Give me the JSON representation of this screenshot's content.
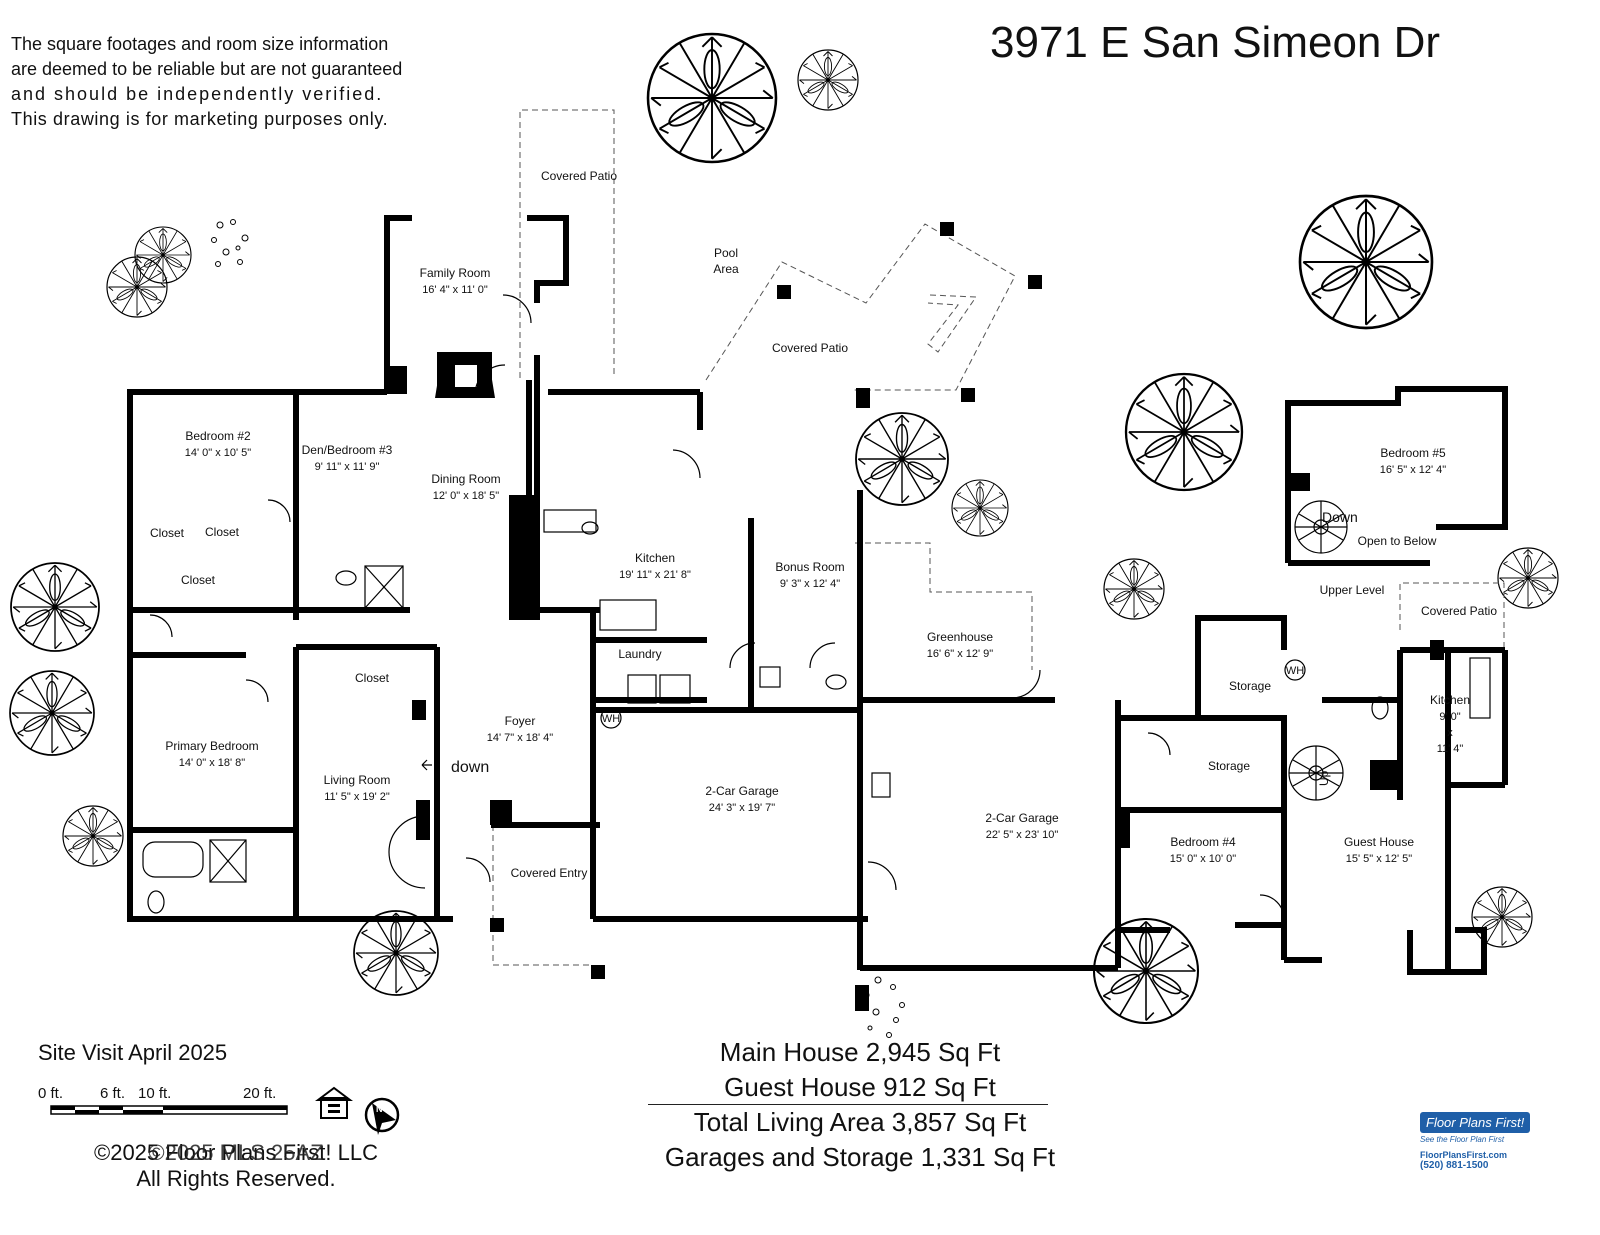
{
  "address": "3971 E San Simeon Dr",
  "disclaimer": [
    "The square footages and room size information",
    "are deemed to be reliable but are not guaranteed",
    "and should be independently verified.",
    "This drawing is for marketing purposes only."
  ],
  "rooms": {
    "family_room": {
      "name": "Family Room",
      "dims": "16' 4\" x 11' 0\""
    },
    "covered_patio_top": {
      "name": "Covered Patio"
    },
    "pool_area": {
      "name": "Pool",
      "name2": "Area"
    },
    "covered_patio_mid": {
      "name": "Covered Patio"
    },
    "bedroom2": {
      "name": "Bedroom #2",
      "dims": "14' 0\" x 10' 5\""
    },
    "den_bedroom3": {
      "name": "Den/Bedroom #3",
      "dims": "9' 11\" x 11' 9\""
    },
    "dining_room": {
      "name": "Dining Room",
      "dims": "12' 0\" x 18' 5\""
    },
    "kitchen": {
      "name": "Kitchen",
      "dims": "19' 11\" x 21' 8\""
    },
    "bonus_room": {
      "name": "Bonus Room",
      "dims": "9' 3\" x 12' 4\""
    },
    "closet_a": {
      "name": "Closet"
    },
    "closet_b": {
      "name": "Closet"
    },
    "closet_c": {
      "name": "Closet"
    },
    "closet_d": {
      "name": "Closet"
    },
    "laundry": {
      "name": "Laundry"
    },
    "greenhouse": {
      "name": "Greenhouse",
      "dims": "16' 6\" x 12' 9\""
    },
    "primary_bedroom": {
      "name": "Primary Bedroom",
      "dims": "14' 0\" x 18' 8\""
    },
    "foyer": {
      "name": "Foyer",
      "dims": "14' 7\" x 18' 4\""
    },
    "living_room": {
      "name": "Living Room",
      "dims": "11' 5\" x 19' 2\""
    },
    "garage1": {
      "name": "2-Car Garage",
      "dims": "24' 3\" x 19' 7\""
    },
    "garage2": {
      "name": "2-Car Garage",
      "dims": "22' 5\" x 23' 10\""
    },
    "covered_entry": {
      "name": "Covered Entry"
    },
    "bedroom5": {
      "name": "Bedroom #5",
      "dims": "16' 5\" x 12' 4\""
    },
    "storage_a": {
      "name": "Storage"
    },
    "storage_b": {
      "name": "Storage"
    },
    "guest_kitchen": {
      "name": "Kitchen",
      "dims1": "9' 0\"",
      "dims_x": "x",
      "dims2": "11' 4\""
    },
    "covered_patio_guest": {
      "name": "Covered Patio"
    },
    "bedroom4": {
      "name": "Bedroom #4",
      "dims": "15' 0\" x 10' 0\""
    },
    "guest_house": {
      "name": "Guest House",
      "dims": "15' 5\" x 12' 5\""
    }
  },
  "labels": {
    "down_main": "down",
    "down_upper": "Down",
    "open_to_below": "Open to Below",
    "upper_level": "Upper Level",
    "up": "Up",
    "wh": "WH"
  },
  "summary": {
    "main_house": "Main House 2,945 Sq Ft",
    "guest_house": "Guest House 912 Sq Ft",
    "total": "Total Living Area 3,857 Sq Ft",
    "garages": "Garages and Storage 1,331 Sq Ft"
  },
  "site_visit": "Site Visit April 2025",
  "scale": {
    "l0": "0 ft.",
    "l6": "6 ft.",
    "l10": "10 ft.",
    "l20": "20 ft."
  },
  "copyright": {
    "line1": "©2025 Floor Plans First! LLC",
    "overlay": "©2025 MLS 25AZ",
    "line2": "All Rights Reserved."
  },
  "logo": {
    "brand": "Floor Plans First!",
    "tagline": "See the Floor Plan First",
    "url": "FloorPlansFirst.com",
    "phone": "(520) 881-1500"
  },
  "colors": {
    "wall": "#000000",
    "ink": "#111111",
    "logo_blue": "#1f5fa8"
  }
}
